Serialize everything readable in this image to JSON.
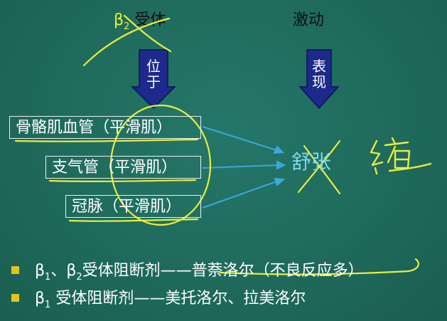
{
  "header": {
    "receptor_prefix": "β",
    "receptor_sub": "2",
    "receptor_label": "受体",
    "excite_label": "激动"
  },
  "arrows": {
    "left_label_line1": "位",
    "left_label_line2": "于",
    "right_label_line1": "表",
    "right_label_line2": "现"
  },
  "tissues": [
    {
      "label": "骨骼肌血管（平滑肌）"
    },
    {
      "label": "支气管（平滑肌）"
    },
    {
      "label": "冠脉（平滑肌）"
    }
  ],
  "effect": {
    "label": "舒张",
    "handwritten_correction": "缩"
  },
  "notes": [
    {
      "b1": "β",
      "b1_sub": "1",
      "sep": "、",
      "b2": "β",
      "b2_sub": "2",
      "text": "受体阻断剂——普萘洛尔（不良反应多）"
    },
    {
      "b1": "β",
      "b1_sub": "1",
      "text": " 受体阻断剂——美托洛尔、拉美洛尔"
    }
  ],
  "colors": {
    "board": "#1f6a5c",
    "arrow_fill": "#1d2a8c",
    "connector": "#3aa8d8",
    "highlight": "#e8ee3a",
    "bullet": "#e0c51a"
  }
}
